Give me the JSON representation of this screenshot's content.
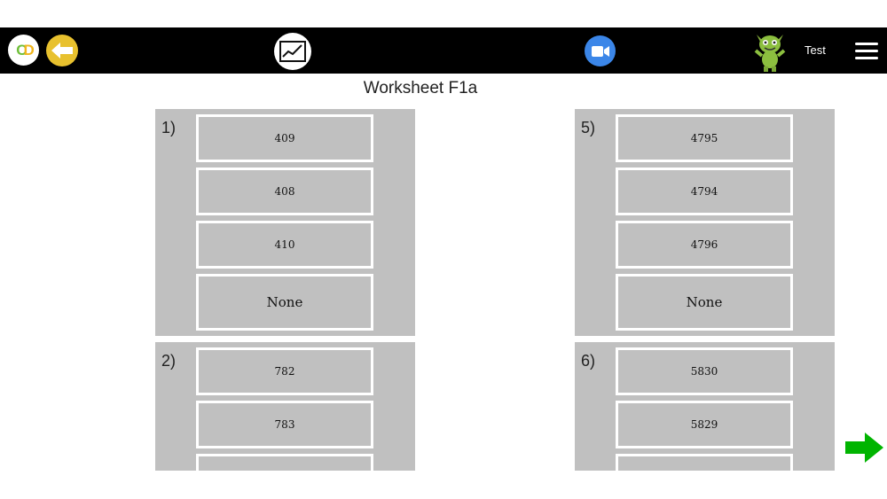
{
  "header": {
    "logo_text": "CD",
    "username": "Test"
  },
  "worksheet": {
    "title": "Worksheet F1a",
    "questions": [
      {
        "number": "1)",
        "options": [
          "409",
          "408",
          "410",
          "None"
        ]
      },
      {
        "number": "2)",
        "options": [
          "782",
          "783",
          ""
        ]
      },
      {
        "number": "5)",
        "options": [
          "4795",
          "4794",
          "4796",
          "None"
        ]
      },
      {
        "number": "6)",
        "options": [
          "5830",
          "5829",
          ""
        ]
      }
    ]
  },
  "colors": {
    "topbar": "#000000",
    "back_button": "#e8c12e",
    "video_button": "#3b86e8",
    "card": "#c0c0c0",
    "next_arrow": "#00b400"
  },
  "icons": [
    "logo-icon",
    "back-arrow-icon",
    "chart-icon",
    "video-camera-icon",
    "monster-avatar-icon",
    "hamburger-menu-icon",
    "next-arrow-icon"
  ]
}
